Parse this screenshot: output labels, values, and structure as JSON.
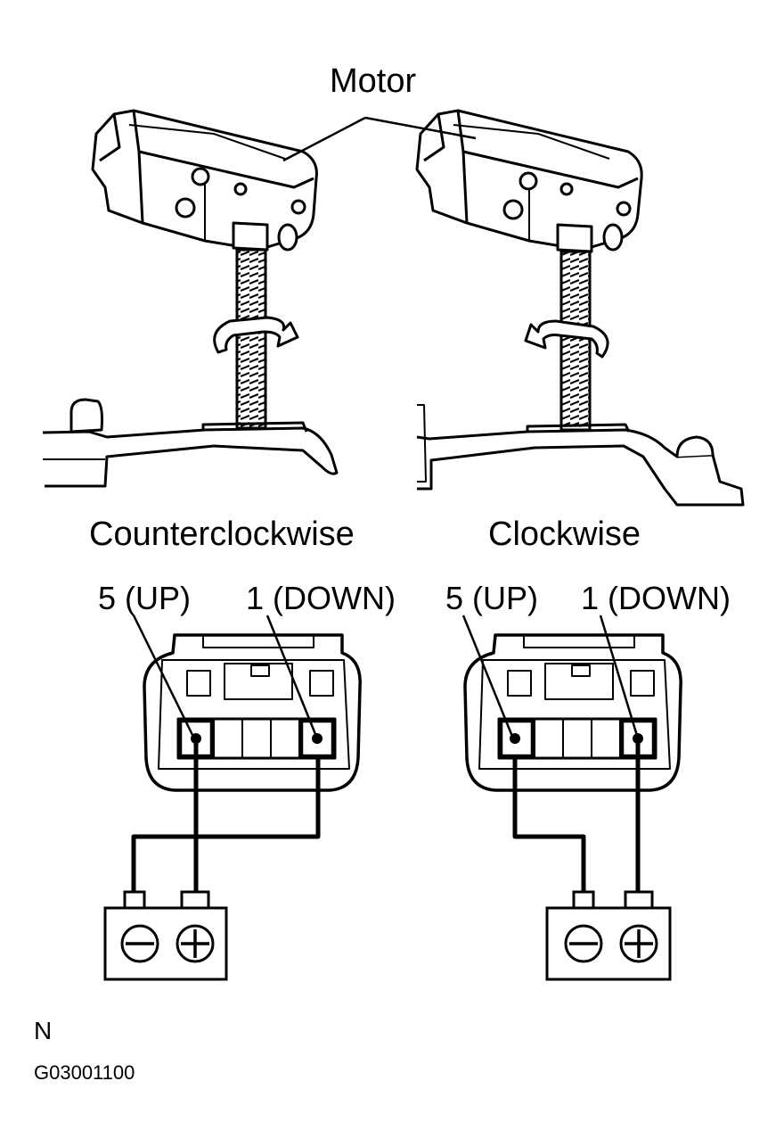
{
  "labels": {
    "motor": "Motor",
    "left_caption": "Counterclockwise",
    "right_caption": "Clockwise",
    "left_terminal_up": "5 (UP)",
    "left_terminal_down": "1 (DOWN)",
    "right_terminal_up": "5 (UP)",
    "right_terminal_down": "1 (DOWN)",
    "corner_letter": "N",
    "figure_code": "G03001100"
  },
  "symbols": {
    "minus": "minus-sign",
    "plus": "plus-sign"
  },
  "colors": {
    "line": "#000000",
    "background": "#ffffff"
  }
}
